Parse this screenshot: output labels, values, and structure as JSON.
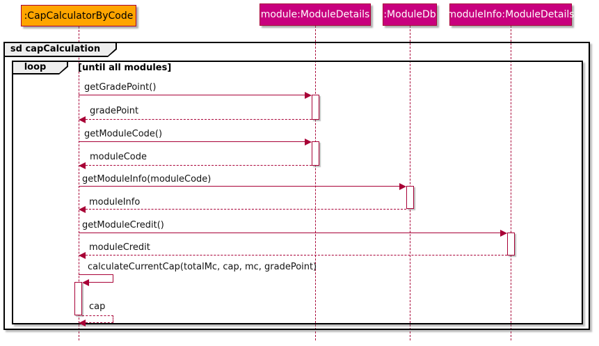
{
  "frame": {
    "title": "sd capCalculation"
  },
  "loop_fragment": {
    "operator": "loop",
    "guard": "[until all modules]"
  },
  "participants": [
    {
      "name": ":CapCalculatorByCode",
      "fill": "#FFA500",
      "text_color": "#000000"
    },
    {
      "name": "module:ModuleDetails",
      "fill": "#C8007E",
      "text_color": "#FFFFFF"
    },
    {
      "name": ":ModuleDb",
      "fill": "#C8007E",
      "text_color": "#FFFFFF"
    },
    {
      "name": "moduleInfo:ModuleDetails",
      "fill": "#C8007E",
      "text_color": "#FFFFFF"
    }
  ],
  "messages": [
    {
      "label": "getGradePoint()",
      "type": "call",
      "from": ":CapCalculatorByCode",
      "to": "module:ModuleDetails"
    },
    {
      "label": "gradePoint",
      "type": "return",
      "from": "module:ModuleDetails",
      "to": ":CapCalculatorByCode"
    },
    {
      "label": "getModuleCode()",
      "type": "call",
      "from": ":CapCalculatorByCode",
      "to": "module:ModuleDetails"
    },
    {
      "label": "moduleCode",
      "type": "return",
      "from": "module:ModuleDetails",
      "to": ":CapCalculatorByCode"
    },
    {
      "label": "getModuleInfo(moduleCode)",
      "type": "call",
      "from": ":CapCalculatorByCode",
      "to": ":ModuleDb"
    },
    {
      "label": "moduleInfo",
      "type": "return",
      "from": ":ModuleDb",
      "to": ":CapCalculatorByCode"
    },
    {
      "label": "getModuleCredit()",
      "type": "call",
      "from": ":CapCalculatorByCode",
      "to": "moduleInfo:ModuleDetails"
    },
    {
      "label": "moduleCredit",
      "type": "return",
      "from": "moduleInfo:ModuleDetails",
      "to": ":CapCalculatorByCode"
    },
    {
      "label": "calculateCurrentCap(totalMc, cap, mc, gradePoint)",
      "type": "self-call",
      "from": ":CapCalculatorByCode",
      "to": ":CapCalculatorByCode"
    },
    {
      "label": "cap",
      "type": "self-return",
      "from": ":CapCalculatorByCode",
      "to": ":CapCalculatorByCode"
    }
  ],
  "colors": {
    "arrow": "#A80036",
    "lifeline": "#A80036",
    "participant_border": "#A80036",
    "frame_border": "#000000",
    "frame_tab_fill": "#EEEEEE",
    "activation_fill": "#FFFFFF",
    "background": "#FFFFFF"
  }
}
